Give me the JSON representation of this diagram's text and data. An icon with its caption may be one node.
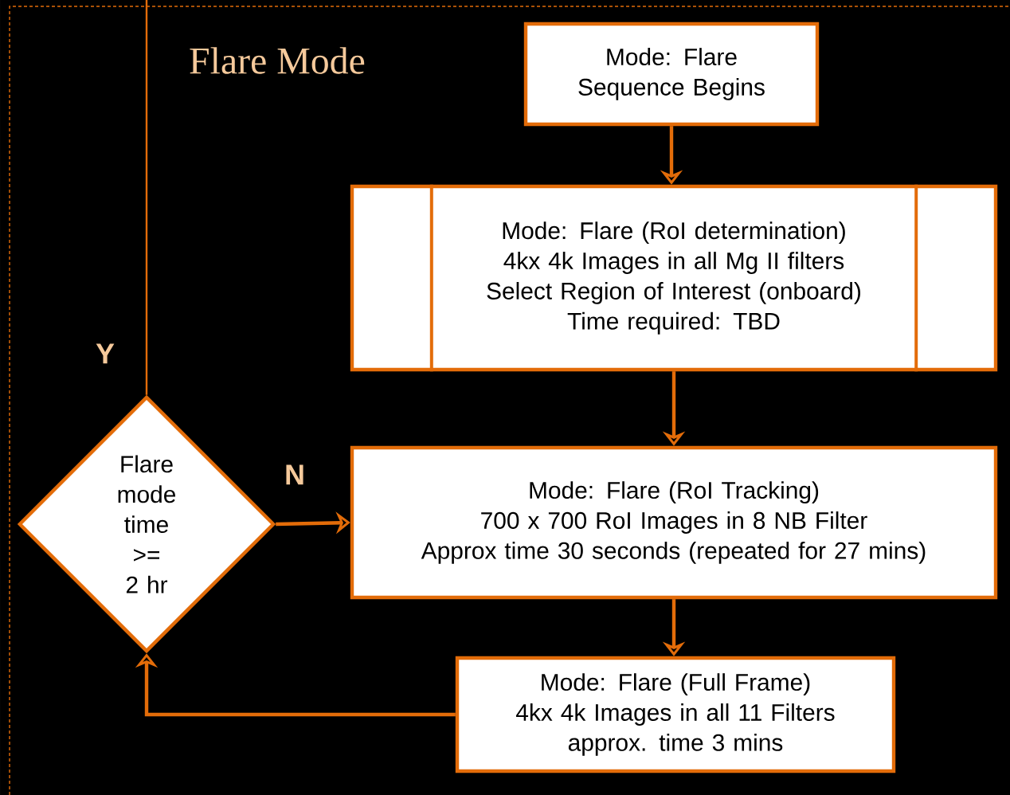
{
  "diagram": {
    "title": "Flare Mode",
    "nodes": [
      {
        "text": [
          "Mode: Flare",
          "Sequence Begins"
        ]
      },
      {
        "text": [
          "Mode: Flare (RoI determination)",
          "4kx 4k Images in all Mg II filters",
          "Select Region of Interest (onboard)",
          "Time required: TBD"
        ]
      },
      {
        "text": [
          "Mode: Flare (RoI Tracking)",
          "700 x 700 RoI Images in 8 NB Filter",
          "Approx time 30 seconds (repeated for 27 mins)"
        ]
      },
      {
        "text": [
          "Mode: Flare (Full Frame)",
          "4kx 4k Images in all 11 Filters",
          "approx. time 3 mins"
        ]
      },
      {
        "text": [
          "Flare mode time >= 2 hr"
        ]
      }
    ],
    "edges": [
      {
        "from": 0,
        "to": 1,
        "arrow": "to"
      },
      {
        "from": 1,
        "to": 2,
        "arrow": "to"
      },
      {
        "from": 4,
        "to": 2,
        "arrow": "to",
        "label": "N"
      },
      {
        "from": 2,
        "to": 3,
        "arrow": "to"
      },
      {
        "from": 3,
        "to": 4,
        "arrow": "to"
      },
      {
        "from": 4,
        "to": null,
        "arrow": "none",
        "label": "Y"
      }
    ]
  }
}
